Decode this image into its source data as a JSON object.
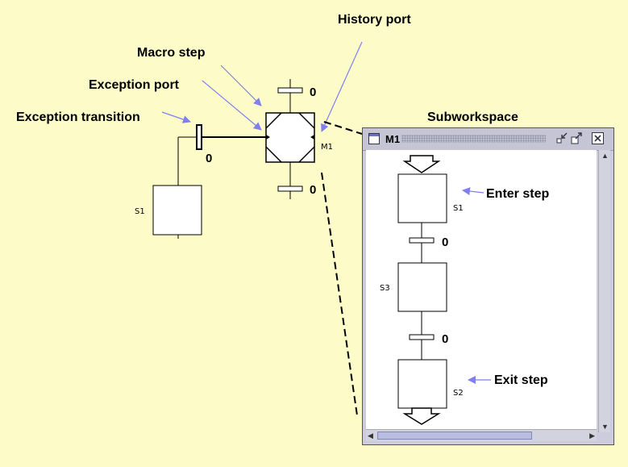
{
  "callouts": {
    "history_port": "History port",
    "macro_step": "Macro step",
    "exception_port": "Exception port",
    "exception_transition": "Exception transition",
    "subworkspace": "Subworkspace",
    "enter_step": "Enter step",
    "exit_step": "Exit step"
  },
  "main_diagram": {
    "macro_step_label": "M1",
    "step_label": "S1",
    "transition_count_top": "0",
    "transition_count_bottom": "0",
    "exception_count": "0"
  },
  "subworkspace_window": {
    "title": "M1",
    "steps": [
      "S1",
      "S3",
      "S2"
    ],
    "transition_counts": [
      "0",
      "0"
    ]
  },
  "colors": {
    "background": "#fdfcc9",
    "callout_arrow": "#7f7ff0",
    "window_frame": "#ccccdd"
  }
}
